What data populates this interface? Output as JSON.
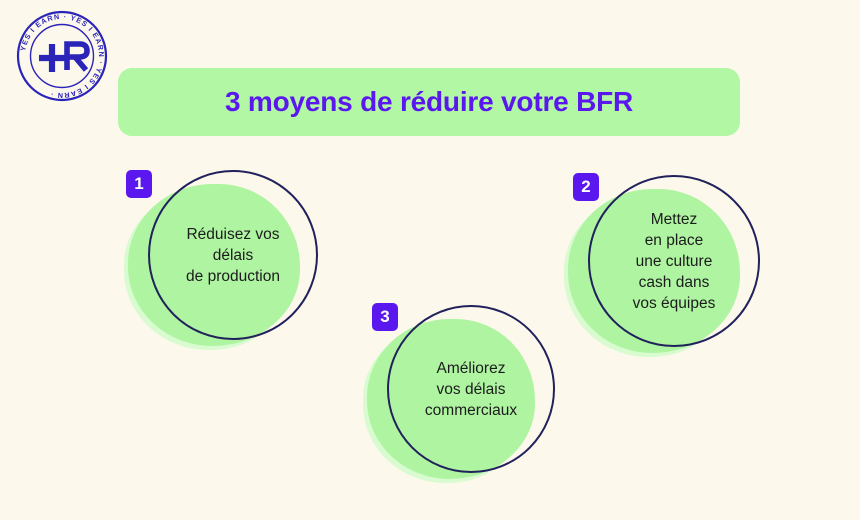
{
  "background_color": "#FDF8EC",
  "accent_purple": "#5B18EE",
  "accent_green": "#AEF4A1",
  "banner_green": "#B2F7A4",
  "outline_navy": "#21215C",
  "body_text_color": "#1C1C1C",
  "logo": {
    "name": "yes-i-earn-stamp",
    "ring_text": "YES I EARN · YES I EARN · YES I EARN ·",
    "monogram": "+R",
    "color": "#2A24B8"
  },
  "title": {
    "text": "3 moyens de réduire votre BFR"
  },
  "bubbles": [
    {
      "badge": "1",
      "lines": [
        "Réduisez vos",
        "délais",
        "de production"
      ],
      "text": "Réduisez vos\ndélais\nde production"
    },
    {
      "badge": "2",
      "lines": [
        "Mettez",
        "en place",
        "une culture",
        "cash dans",
        "vos équipes"
      ],
      "text": "Mettez\nen place\nune culture\ncash dans\nvos équipes"
    },
    {
      "badge": "3",
      "lines": [
        "Améliorez",
        "vos délais",
        "commerciaux"
      ],
      "text": "Améliorez\nvos délais\ncommerciaux"
    }
  ]
}
